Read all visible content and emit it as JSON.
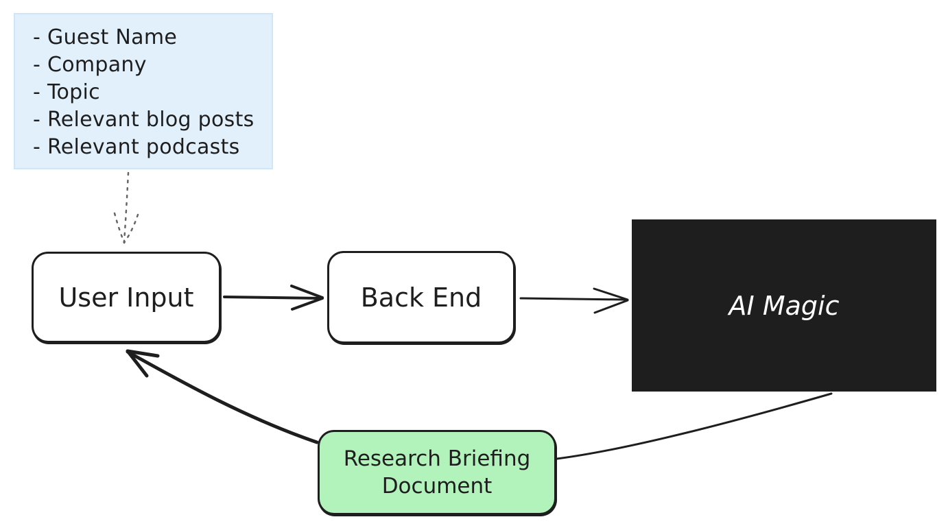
{
  "diagram": {
    "note": {
      "items": [
        "Guest Name",
        "Company",
        "Topic",
        "Relevant blog posts",
        "Relevant podcasts"
      ]
    },
    "nodes": {
      "user_input": "User Input",
      "back_end": "Back End",
      "ai_magic": "AI Magic",
      "research_briefing": "Research Briefing Document"
    },
    "colors": {
      "stroke": "#1e1e1e",
      "note_fill": "#e1f0fb",
      "ai_fill": "#1e1e1e",
      "doc_fill": "#b2f2bb"
    }
  }
}
